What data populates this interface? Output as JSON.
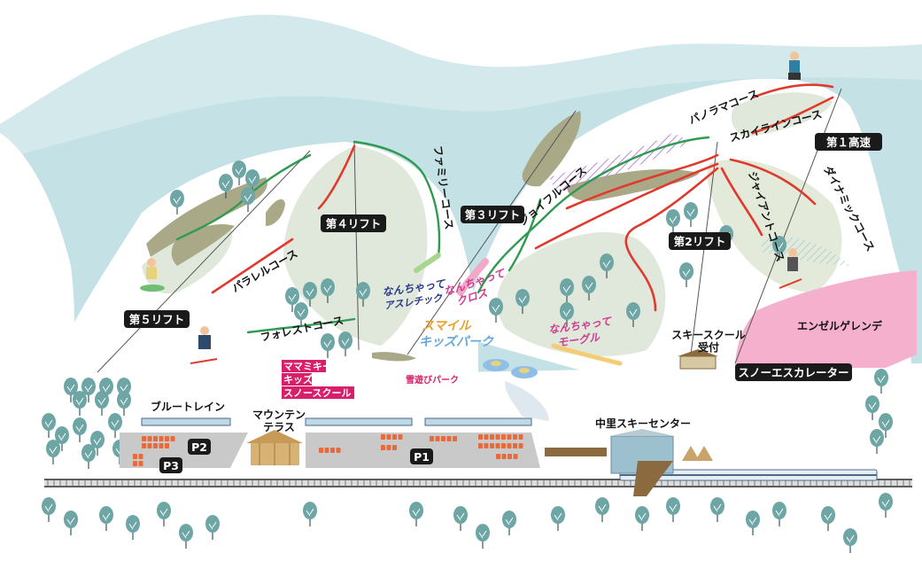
{
  "lifts": {
    "lift1": "第１高速",
    "lift2": "第2リフト",
    "lift3": "第３リフト",
    "lift4": "第４リフト",
    "lift5": "第５リフト",
    "escalator": "スノーエスカレーター"
  },
  "courses": {
    "panorama": "パノラマコース",
    "skyline": "スカイラインコース",
    "dynamic": "ダイナミックコース",
    "giant": "ジャイアントコース",
    "joyful": "ジョイフルコース",
    "family": "ファミリーコース",
    "parallel": "パラレルコース",
    "forest": "フォレストコース",
    "angel": "エンゼルゲレンデ"
  },
  "attractions": {
    "cross_1": "なんちゃって",
    "cross_2": "クロス",
    "athletic_1": "なんちゃって",
    "athletic_2": "アスレチック",
    "mogul_1": "なんちゃって",
    "mogul_2": "モーグル",
    "smile_1": "スマイル",
    "smile_2": "キッズパーク",
    "kids_school_1": "ママミキー",
    "kids_school_2": "キッズ",
    "kids_school_3": "スノースクール",
    "snow_park": "雪遊びパーク"
  },
  "facilities": {
    "ski_school_1": "スキースクール",
    "ski_school_2": "受付",
    "mountain_terrace_1": "マウンテン",
    "mountain_terrace_2": "テラス",
    "ski_center": "中里スキーセンター",
    "blue_train": "ブルートレイン"
  },
  "parking": {
    "p1": "P1",
    "p2": "P2",
    "p3": "P3"
  },
  "colors": {
    "sky_mountain": "#cfe6e9",
    "snow": "#ffffff",
    "forest": "#dfe7d8",
    "intermediate_red": "#e03a2f",
    "beginner_green": "#2f9a52",
    "angel_pink": "#f2a8c6",
    "parking_gray": "#c9c9c9",
    "label_black": "#1a1a1a",
    "tree": "#6ea5a5"
  }
}
